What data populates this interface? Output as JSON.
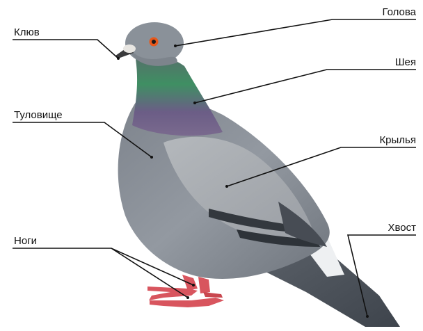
{
  "diagram": {
    "labels": {
      "beak": "Клюв",
      "head": "Голова",
      "neck": "Шея",
      "body": "Туловище",
      "wings": "Крылья",
      "legs": "Ноги",
      "tail": "Хвост"
    },
    "colors": {
      "plumage": "#8e949c",
      "wing": "#a7abb0",
      "iridescent_green": "#3f8f63",
      "iridescent_purple": "#7a5a8c",
      "legs": "#d8555e",
      "eye": "#e8581a",
      "line": "#111111"
    }
  }
}
